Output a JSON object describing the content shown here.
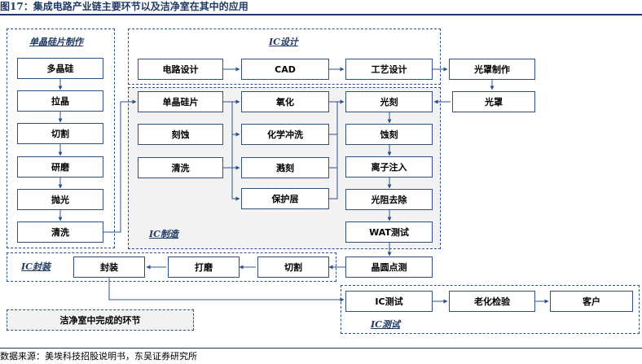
{
  "title": "图17：集成电路产业链主要环节以及洁净室在其中的应用",
  "source": "数据来源：美埃科技招股说明书，东吴证券研究所",
  "groups": {
    "wafer": "单晶硅片制作",
    "ic_design": "IC设计",
    "ic_manufacturing": "IC制造",
    "ic_packaging": "IC封装",
    "ic_testing": "IC测试"
  },
  "legend": "洁净室中完成的环节",
  "wafer_steps": [
    "多晶硅",
    "拉晶",
    "切割",
    "研磨",
    "抛光",
    "清洗"
  ],
  "design_steps": [
    "电路设计",
    "CAD",
    "工艺设计",
    "光罩制作",
    "光罩"
  ],
  "fab_left": [
    "单晶硅片",
    "刻蚀",
    "清洗"
  ],
  "fab_mid": [
    "氧化",
    "化学冲洗",
    "溅刻",
    "保护层"
  ],
  "fab_right": [
    "光刻",
    "蚀刻",
    "离子注入",
    "光阻去除",
    "WAT测试",
    "晶圆点测"
  ],
  "packaging_steps": [
    "封装",
    "打磨",
    "切割"
  ],
  "testing_steps": [
    "IC测试",
    "老化检验",
    "客户"
  ],
  "colors": {
    "line": "#2f4f8a",
    "group_border": "#2f4f8a",
    "shade": "#f2f2f2",
    "title": "#1f3864"
  }
}
